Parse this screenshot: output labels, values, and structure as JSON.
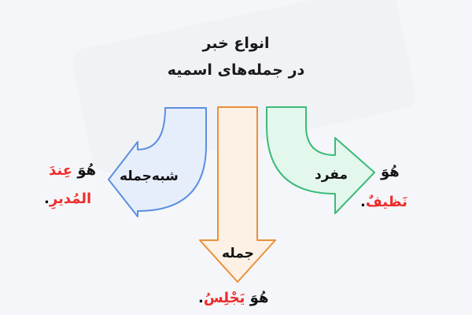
{
  "title": {
    "line1": "انواع خبر",
    "line2": "در جمله‌های اسمیه"
  },
  "arrows": [
    {
      "id": "shibh-jumla",
      "label": "شبه‌جمله",
      "direction": "left",
      "stroke": "#5b8fe0",
      "fill": "#e6eefc",
      "example": {
        "prefix": "هُوَ",
        "highlight_line1": "عِندَ",
        "highlight_line2": "المُديرِ",
        "suffix": "."
      }
    },
    {
      "id": "jumla",
      "label": "جمله",
      "direction": "down",
      "stroke": "#e8913a",
      "fill": "#fdf0e4",
      "example": {
        "prefix": "هُوَ",
        "highlight": "يَجْلِسُ",
        "suffix": "."
      }
    },
    {
      "id": "mufrad",
      "label": "مفرد",
      "direction": "right",
      "stroke": "#3cba7b",
      "fill": "#e3f7ec",
      "example": {
        "prefix": "هُوَ",
        "highlight": "نَظيفٌ",
        "suffix": "."
      }
    }
  ],
  "colors": {
    "highlight": "#ee2b2b",
    "text": "#111111",
    "background": "#f5f6f9"
  }
}
